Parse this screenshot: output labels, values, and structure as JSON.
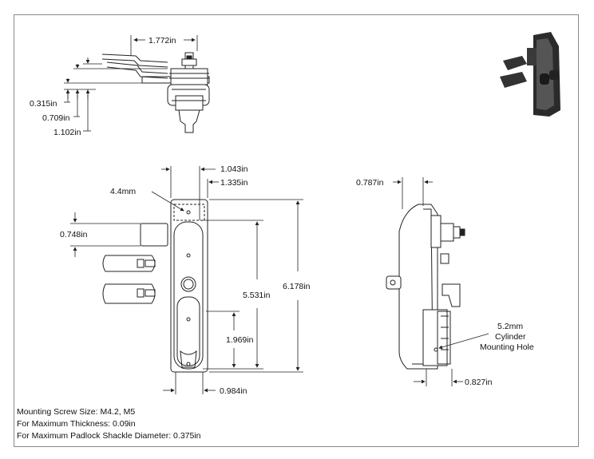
{
  "dimensions": {
    "top_width": "1.772in",
    "top_h1": "0.315in",
    "top_h2": "0.709in",
    "top_h3": "1.102in",
    "front_w1": "1.043in",
    "front_w2": "1.335in",
    "front_screw": "4.4mm",
    "front_latch": "0.748in",
    "front_h_inner": "5.531in",
    "front_h_total": "6.178in",
    "front_h_lower": "1.969in",
    "front_w_bottom": "0.984in",
    "side_depth": "0.787in",
    "side_hole_line1": "5.2mm",
    "side_hole_line2": "Cylinder",
    "side_hole_line3": "Mounting Hole",
    "side_bottom": "0.827in"
  },
  "notes": [
    "Mounting Screw Size: M4.2, M5",
    "For Maximum Thickness: 0.09in",
    "For Maximum Padlock Shackle Diameter: 0.375in"
  ],
  "colors": {
    "frame": "#8a8a8a",
    "line": "#222222",
    "product": "#2b2b2b"
  }
}
